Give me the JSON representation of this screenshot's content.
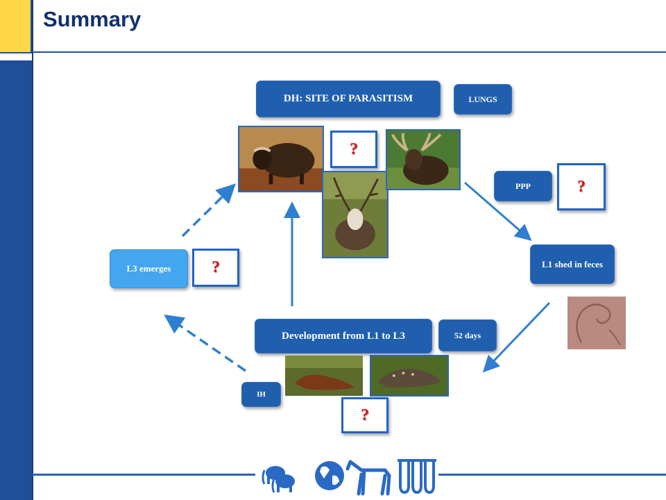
{
  "slide": {
    "title": "Summary"
  },
  "boxes": {
    "site": "DH:  SITE OF PARASITISM",
    "lungs": "LUNGS",
    "ppp": "PPP",
    "l1_shed": "L1 shed in feces",
    "days": "52 days",
    "development": "Development from L1 to L3",
    "ih": "IH",
    "l3_emerges": "L3 emerges"
  },
  "question_marks": {
    "q_host": "?",
    "q_ppp": "?",
    "q_l3": "?",
    "q_ih": "?"
  },
  "images": [
    "muskox-photo",
    "caribou-photo",
    "moose-photo",
    "larva-micrograph",
    "slug-photo-1",
    "slug-photo-2"
  ],
  "footer_icons": [
    "elephants-icon",
    "globe-icon",
    "horse-icon",
    "test-tubes-icon"
  ],
  "colors": {
    "box_dark": "#1f5fae",
    "box_light": "#43a6ee",
    "question": "#e01010",
    "arrow": "#2f7fd0",
    "accent": "#ffd84a"
  }
}
